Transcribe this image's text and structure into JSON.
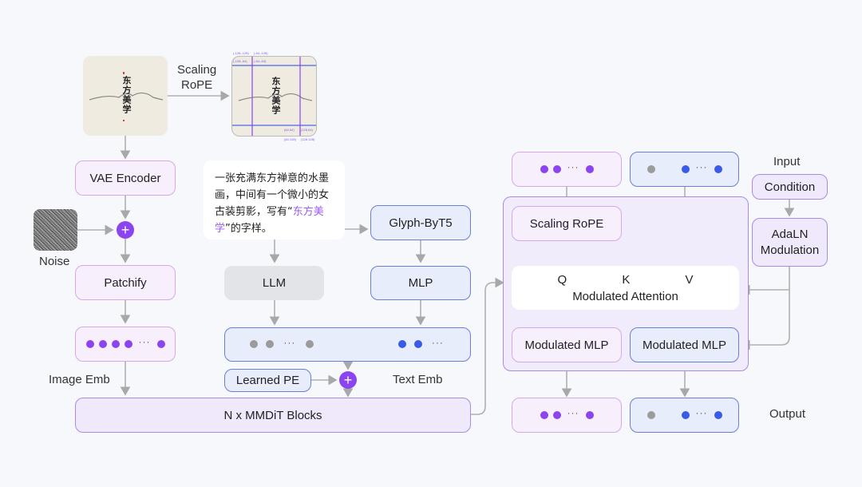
{
  "input_image": {
    "vertical_title": "东方美学",
    "scaling_label_line1": "Scaling",
    "scaling_label_line2": "RoPE",
    "coord_labels": [
      "(-128,-128)",
      "(-64,-128)",
      "(-128,-64)",
      "(-64,-64)",
      "(64,64)",
      "(128,64)",
      "(64,128)",
      "(128,128)"
    ]
  },
  "image_branch": {
    "vae_encoder": "VAE Encoder",
    "noise_label": "Noise",
    "patchify": "Patchify",
    "image_emb_label": "Image Emb",
    "plus_symbol": "+"
  },
  "text_branch": {
    "prompt_part1": "一张充满东方禅意的水墨画，中间有一个微小的女古装剪影，写有“",
    "prompt_highlight": "东方美学",
    "prompt_part2": "”的字样。",
    "llm": "LLM",
    "glyph_byt5": "Glyph-ByT5",
    "mlp": "MLP",
    "learned_pe": "Learned PE",
    "text_emb_label": "Text Emb",
    "plus_symbol": "+"
  },
  "mmdit": {
    "label": "N x MMDiT Blocks"
  },
  "block_detail": {
    "scaling_rope": "Scaling RoPE",
    "q": "Q",
    "k": "K",
    "v": "V",
    "attention": "Modulated Attention",
    "mlp_left": "Modulated MLP",
    "mlp_right": "Modulated MLP",
    "input_label": "Input",
    "condition": "Condition",
    "adaln_line1": "AdaLN",
    "adaln_line2": "Modulation",
    "output_label": "Output"
  },
  "colors": {
    "image_token": "#8b44f0",
    "text_token": "#3a5ae8",
    "llm_token": "#9b9b9b",
    "image_border": "#d6a8ea",
    "text_border": "#6a7fd8",
    "block_border": "#a98be6"
  }
}
